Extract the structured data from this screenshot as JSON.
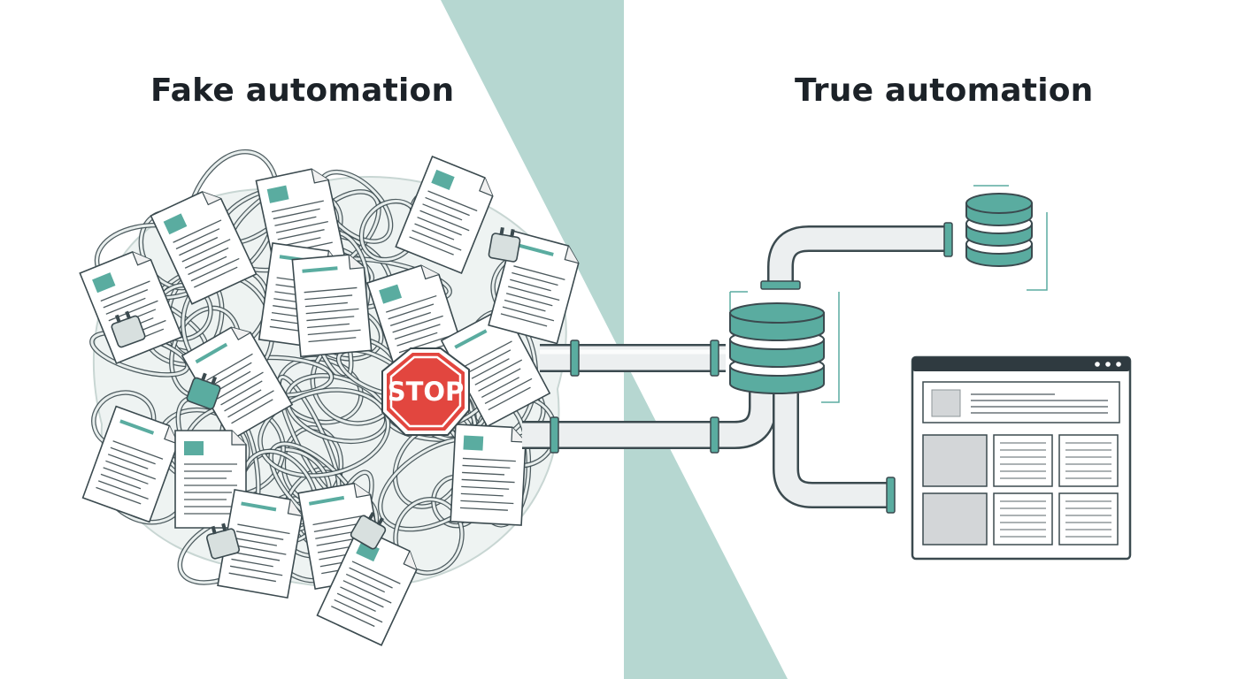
{
  "left": {
    "title": "Fake automation"
  },
  "right": {
    "title": "True automation"
  },
  "stop_sign": {
    "label": "STOP"
  },
  "colors": {
    "accent": "#5aaca0",
    "accent_band": "#b6d7d1",
    "stop_red": "#e2463f",
    "ink": "#3b4a4f",
    "title_ink": "#1c2228"
  },
  "icons": [
    "database-icon",
    "browser-window-icon",
    "document-icon",
    "stop-sign-icon",
    "pipe-connector"
  ]
}
